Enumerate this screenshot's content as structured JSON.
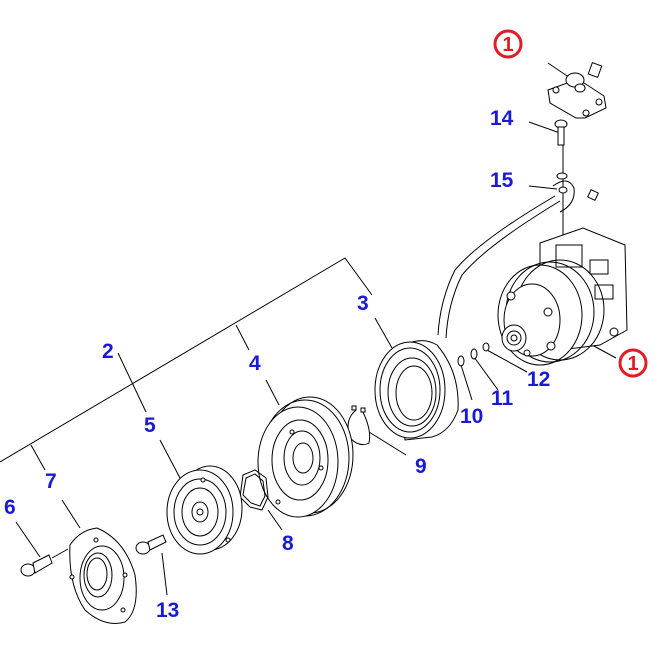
{
  "diagram": {
    "title": "Air conditioner compressor exploded view",
    "colors": {
      "callout_number": "#1a1ad6",
      "highlight_callout": "#e01c24",
      "line": "#000000",
      "background": "#ffffff"
    },
    "callouts": [
      {
        "id": "1",
        "label": "1",
        "highlighted": true,
        "part": "compressor-mount-fitting"
      },
      {
        "id": "1b",
        "label": "1",
        "highlighted": true,
        "part": "compressor"
      },
      {
        "id": "2",
        "label": "2",
        "highlighted": false,
        "part": "clutch-assembly"
      },
      {
        "id": "3",
        "label": "3",
        "highlighted": false,
        "part": "stator-coil"
      },
      {
        "id": "4",
        "label": "4",
        "highlighted": false,
        "part": "pulley"
      },
      {
        "id": "5",
        "label": "5",
        "highlighted": false,
        "part": "clutch-hub"
      },
      {
        "id": "6",
        "label": "6",
        "highlighted": false,
        "part": "bolt"
      },
      {
        "id": "7",
        "label": "7",
        "highlighted": false,
        "part": "cover-plate"
      },
      {
        "id": "8",
        "label": "8",
        "highlighted": false,
        "part": "shim"
      },
      {
        "id": "9",
        "label": "9",
        "highlighted": false,
        "part": "snap-ring"
      },
      {
        "id": "10",
        "label": "10",
        "highlighted": false,
        "part": "washer"
      },
      {
        "id": "11",
        "label": "11",
        "highlighted": false,
        "part": "washer"
      },
      {
        "id": "12",
        "label": "12",
        "highlighted": false,
        "part": "washer"
      },
      {
        "id": "13",
        "label": "13",
        "highlighted": false,
        "part": "bolt"
      },
      {
        "id": "14",
        "label": "14",
        "highlighted": false,
        "part": "screw"
      },
      {
        "id": "15",
        "label": "15",
        "highlighted": false,
        "part": "clamp"
      }
    ]
  }
}
